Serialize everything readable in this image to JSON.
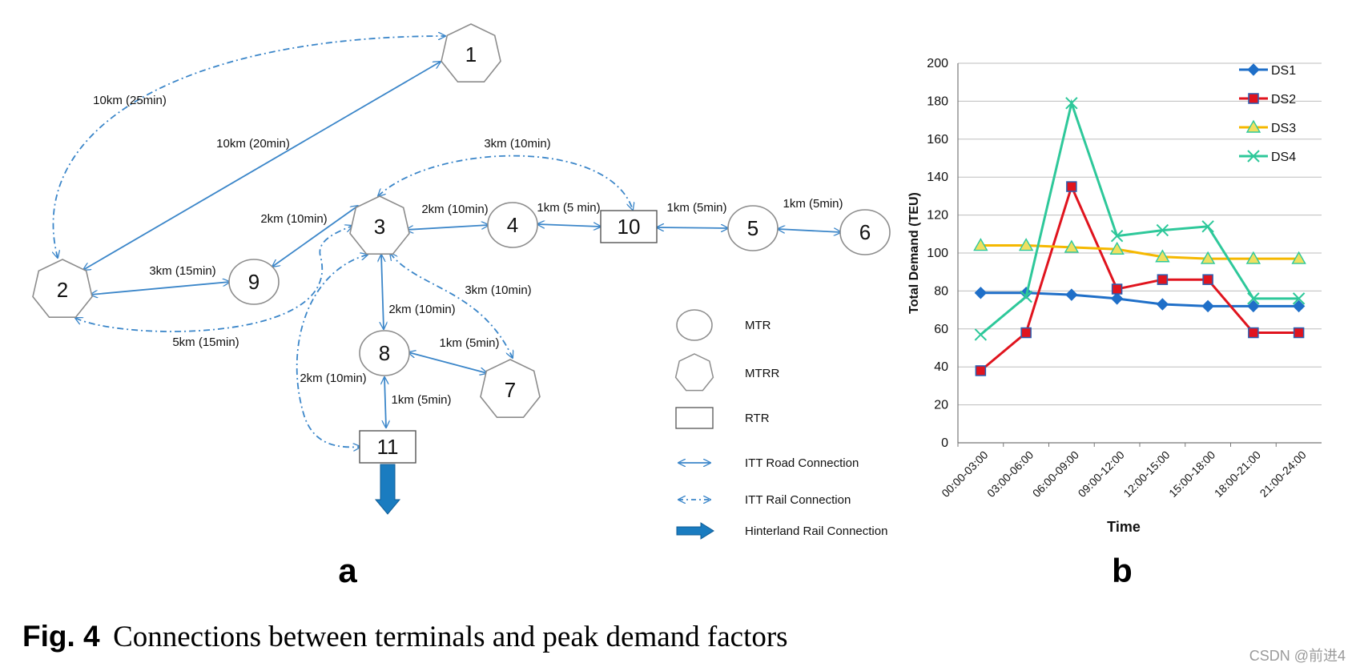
{
  "panel_a": {
    "label": "a",
    "nodes": [
      {
        "id": "1",
        "shape": "MTRR"
      },
      {
        "id": "2",
        "shape": "MTRR"
      },
      {
        "id": "3",
        "shape": "MTRR"
      },
      {
        "id": "4",
        "shape": "MTR"
      },
      {
        "id": "5",
        "shape": "MTR"
      },
      {
        "id": "6",
        "shape": "MTR"
      },
      {
        "id": "7",
        "shape": "MTRR"
      },
      {
        "id": "8",
        "shape": "MTR"
      },
      {
        "id": "9",
        "shape": "MTR"
      },
      {
        "id": "10",
        "shape": "RTR"
      },
      {
        "id": "11",
        "shape": "RTR"
      }
    ],
    "edges": [
      {
        "from": "2",
        "to": "1",
        "type": "rail",
        "label": "10km (25min)"
      },
      {
        "from": "2",
        "to": "1",
        "type": "road",
        "label": "10km (20min)"
      },
      {
        "from": "3",
        "to": "10",
        "type": "rail",
        "label": "3km (10min)"
      },
      {
        "from": "9",
        "to": "3",
        "type": "road",
        "label": "2km (10min)"
      },
      {
        "from": "3",
        "to": "4",
        "type": "road",
        "label": "2km (10min)"
      },
      {
        "from": "4",
        "to": "10",
        "type": "road",
        "label": "1km (5 min)"
      },
      {
        "from": "10",
        "to": "5",
        "type": "road",
        "label": "1km (5min)"
      },
      {
        "from": "5",
        "to": "6",
        "type": "road",
        "label": "1km (5min)"
      },
      {
        "from": "2",
        "to": "9",
        "type": "road",
        "label": "3km (15min)"
      },
      {
        "from": "2",
        "to": "3",
        "type": "rail",
        "label": "5km (15min)"
      },
      {
        "from": "3",
        "to": "7",
        "type": "rail",
        "label": "3km (10min)"
      },
      {
        "from": "3",
        "to": "8",
        "type": "road",
        "label": "2km (10min)"
      },
      {
        "from": "8",
        "to": "7",
        "type": "road",
        "label": "1km (5min)"
      },
      {
        "from": "3",
        "to": "11",
        "type": "rail",
        "label": "2km (10min)"
      },
      {
        "from": "8",
        "to": "11",
        "type": "road",
        "label": "1km (5min)"
      }
    ],
    "legend": [
      {
        "symbol": "circle",
        "label": "MTR"
      },
      {
        "symbol": "heptagon",
        "label": "MTRR"
      },
      {
        "symbol": "rect",
        "label": "RTR"
      },
      {
        "symbol": "road",
        "label": "ITT Road Connection"
      },
      {
        "symbol": "rail",
        "label": "ITT Rail Connection"
      },
      {
        "symbol": "hinterland",
        "label": "Hinterland Rail Connection"
      }
    ]
  },
  "panel_b": {
    "label": "b"
  },
  "chart_data": {
    "type": "line",
    "xlabel": "Time",
    "ylabel": "Total Demand (TEU)",
    "ylim": [
      0,
      200
    ],
    "yticks": [
      0,
      20,
      40,
      60,
      80,
      100,
      120,
      140,
      160,
      180,
      200
    ],
    "grid": true,
    "legend_position": "top-right",
    "categories": [
      "00:00-03:00",
      "03:00-06:00",
      "06:00-09:00",
      "09:00-12:00",
      "12:00-15:00",
      "15:00-18:00",
      "18:00-21:00",
      "21:00-24:00"
    ],
    "series": [
      {
        "name": "DS1",
        "color": "#1f6fc8",
        "marker": "diamond",
        "values": [
          79,
          79,
          78,
          76,
          73,
          72,
          72,
          72
        ]
      },
      {
        "name": "DS2",
        "color": "#e0141e",
        "marker": "square",
        "values": [
          38,
          58,
          135,
          81,
          86,
          86,
          58,
          58
        ]
      },
      {
        "name": "DS3",
        "color": "#f5b800",
        "marker": "triangle",
        "values": [
          104,
          104,
          103,
          102,
          98,
          97,
          97,
          97
        ]
      },
      {
        "name": "DS4",
        "color": "#2ec89a",
        "marker": "x",
        "values": [
          57,
          77,
          179,
          109,
          112,
          114,
          76,
          76
        ]
      }
    ]
  },
  "caption": {
    "label": "Fig. 4",
    "text": "Connections between terminals and peak demand factors"
  },
  "watermark": "CSDN @前进4",
  "colors": {
    "connection": "#3b86c9",
    "hinterland": "#1a7cc0",
    "node_stroke": "#8c8c8c",
    "grid": "#bdbdbd"
  }
}
